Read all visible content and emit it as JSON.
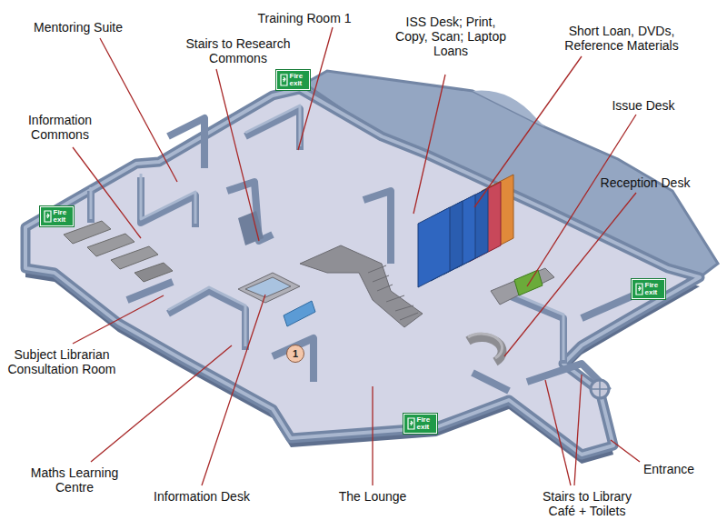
{
  "diagram": {
    "nodes": [
      {
        "text": [
          "Fire exit"
        ]
      },
      {
        "text": [
          "Fire exit"
        ]
      },
      {
        "text": [
          "Fire exit"
        ]
      },
      {
        "text": [
          "Fire exit"
        ]
      },
      {
        "text": [
          "1"
        ]
      }
    ],
    "labels": [
      "Mentoring Suite",
      "Training Room 1",
      "Stairs to Research Commons",
      "ISS Desk; Print, Copy, Scan; Laptop Loans",
      "Short Loan, DVDs, Reference Materials",
      "Issue Desk",
      "Information Commons",
      "Reception Desk",
      "Subject Librarian Consultation Room",
      "Entrance",
      "Maths Learning Centre",
      "Information Desk",
      "The Lounge",
      "Stairs to Library Café + Toilets"
    ]
  }
}
